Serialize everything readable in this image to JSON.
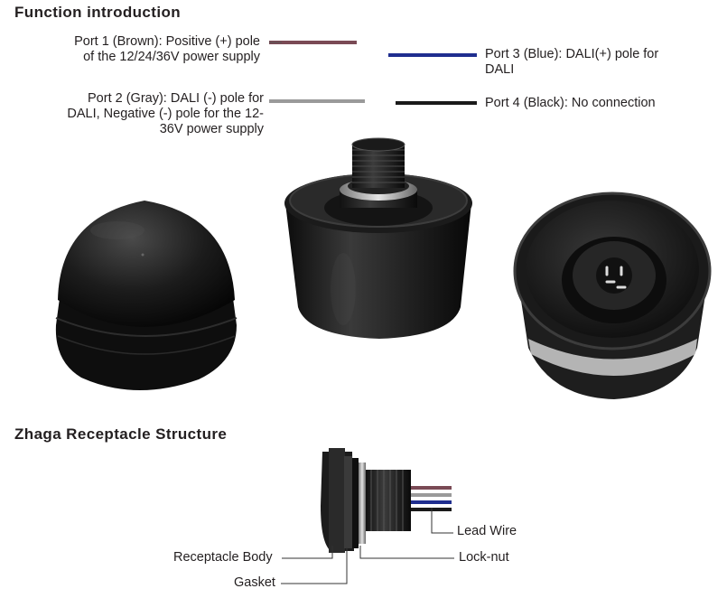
{
  "headings": {
    "function": "Function introduction",
    "structure": "Zhaga Receptacle Structure"
  },
  "ports": {
    "p1_line1": "Port 1 (Brown): Positive (+) pole",
    "p1_line2": "of the 12/24/36V power supply",
    "p2_line1": "Port 2 (Gray): DALI (-) pole for",
    "p2_line2": "DALI, Negative (-) pole for the 12-",
    "p2_line3": "36V power supply",
    "p3_line1": "Port 3 (Blue): DALI(+) pole for",
    "p3_line2": "DALI",
    "p4_line1": "Port 4 (Black): No connection"
  },
  "parts": {
    "lead_wire": "Lead Wire",
    "lock_nut": "Lock-nut",
    "receptacle_body": "Receptacle Body",
    "gasket": "Gasket"
  },
  "colors": {
    "brown_wire": "#7a4a55",
    "gray_wire": "#9a9a9a",
    "blue_wire": "#1f2e8f",
    "black_wire": "#1a1a1a"
  }
}
